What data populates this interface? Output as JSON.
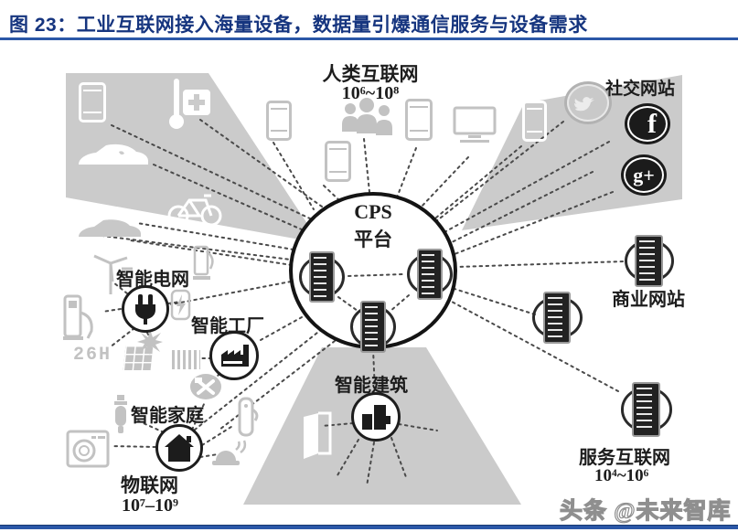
{
  "header": {
    "title": "图 23：工业互联网接入海量设备，数据量引爆通信服务与设备需求"
  },
  "diagram": {
    "center": {
      "line1": "CPS",
      "line2": "平台"
    },
    "clusters": {
      "human_internet": {
        "label": "人类互联网",
        "range": "10⁶~10⁸"
      },
      "social": {
        "label": "社交网站",
        "facebook_glyph": "f",
        "gplus_glyph": "g+"
      },
      "smart_grid": {
        "label": "智能电网"
      },
      "smart_factory": {
        "label": "智能工厂"
      },
      "smart_home": {
        "label": "智能家庭"
      },
      "iot": {
        "label": "物联网",
        "range": "10⁷–10⁹"
      },
      "smart_building": {
        "label": "智能建筑"
      },
      "business_sites": {
        "label": "商业网站"
      },
      "service_internet": {
        "label": "服务互联网",
        "range": "10⁴~10⁶"
      }
    },
    "display_text": "26H",
    "icons": [
      "smartphone-icon",
      "tablet-icon",
      "thermometer-icon",
      "first-aid-icon",
      "electric-car-icon",
      "bicycle-icon",
      "car-icon",
      "people-group-icon",
      "monitor-icon",
      "twitter-icon",
      "facebook-icon",
      "google-plus-icon",
      "server-icon",
      "power-plug-icon",
      "wind-turbine-icon",
      "ev-charger-icon",
      "lightning-icon",
      "seven-segment-display",
      "solar-panel-icon",
      "spark-icon",
      "factory-icon",
      "barcode-icon",
      "tools-icon",
      "house-icon",
      "washing-machine-icon",
      "cfl-bulb-icon",
      "door-lock-icon",
      "siren-icon",
      "open-door-icon",
      "building-blocks-icon"
    ]
  },
  "footer": {
    "watermark": "头条 @未来智库"
  },
  "colors": {
    "title_blue": "#16357f",
    "rule_blue": "#2b57a7",
    "fan_gray": "#cbcbcb",
    "icon_gray": "#c2c2c2",
    "ink": "#1d1d1d"
  }
}
